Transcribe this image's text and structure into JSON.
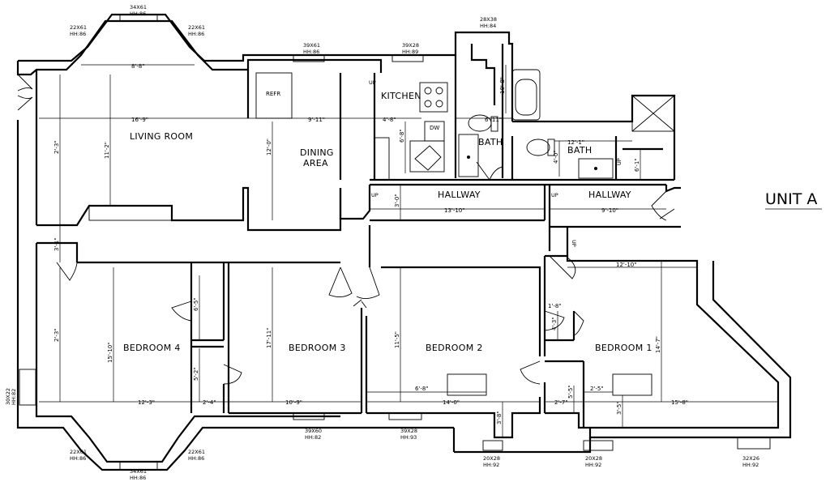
{
  "unit_label": "UNIT A",
  "rooms": {
    "living_room": "LIVING ROOM",
    "dining_area_line1": "DINING",
    "dining_area_line2": "AREA",
    "kitchen": "KITCHEN",
    "bath_1": "BATH",
    "bath_2": "BATH",
    "hallway_1": "HALLWAY",
    "hallway_2": "HALLWAY",
    "bedroom_4": "BEDROOM 4",
    "bedroom_3": "BEDROOM 3",
    "bedroom_2": "BEDROOM 2",
    "bedroom_1": "BEDROOM 1"
  },
  "fixtures": {
    "refrigerator": "REFR",
    "dishwasher": "DW",
    "up_kitchen": "UP",
    "up_hall_1": "UP",
    "up_hall_2": "UP",
    "up_bath": "UP",
    "up_lower": "UP"
  },
  "windows": {
    "bay_top_center": [
      "34X61",
      "HH:86"
    ],
    "bay_top_left": [
      "22X61",
      "HH:86"
    ],
    "bay_top_right": [
      "22X61",
      "HH:86"
    ],
    "dining": [
      "39X61",
      "HH:86"
    ],
    "kitchen": [
      "39X28",
      "HH:89"
    ],
    "bath": [
      "28X38",
      "HH:84"
    ],
    "west_side": [
      "30X22",
      "HH:82"
    ],
    "bay_bottom_left": [
      "22X61",
      "HH:86"
    ],
    "bay_bottom_right": [
      "22X61",
      "HH:86"
    ],
    "bay_bottom_center": [
      "34X61",
      "HH:86"
    ],
    "bedroom_3": [
      "39X60",
      "HH:82"
    ],
    "bedroom_2": [
      "39X28",
      "HH:93"
    ],
    "bedroom_2_south": [
      "20X28",
      "HH:92"
    ],
    "bedroom_1_left": [
      "20X28",
      "HH:92"
    ],
    "bedroom_1_right": [
      "32X26",
      "HH:92"
    ]
  },
  "dimensions": {
    "living_bay_width": "8'-8\"",
    "living_width": "16'-9\"",
    "dining_width": "9'-11\"",
    "living_bay_depth": "2'-3\"",
    "living_depth": "11'-2\"",
    "dining_depth": "12'-0\"",
    "kitchen_width": "4'-8\"",
    "kitchen_depth": "6'-8\"",
    "bath1_width": "6'-11\"",
    "bath1_depth": "10'-8\"",
    "bath2_width": "12'-1\"",
    "bath2_depth": "4'-0\"",
    "bath2_closet": "6'-1\"",
    "hall_depth": "3'-0\"",
    "hall1_length": "13'-10\"",
    "hall2_length": "9'-10\"",
    "west_hall": "3'-1\"",
    "bed4_bay_depth": "2'-3\"",
    "bed4_depth": "15'-10\"",
    "bed4_width": "12'-3\"",
    "closet_a_depth": "6'-5\"",
    "closet_b_depth": "5'-2\"",
    "closet_b_width": "2'-4\"",
    "bed3_depth": "17'-11\"",
    "bed3_width": "10'-9\"",
    "bed2_depth": "11'-5\"",
    "bed2_closet": "6'-8\"",
    "bed2_width": "14'-0\"",
    "bed2_alcove": "3'-8\"",
    "bed1_width_top": "12'-10\"",
    "bed1_closet_a": "1'-8\"",
    "bed1_closet_b": "4'-3\"",
    "bed1_closet_c": "5'-5\"",
    "bed1_closet_d": "2'-7\"",
    "bed1_closet_e": "2'-5\"",
    "bed1_alcove": "3'-5\"",
    "bed1_width": "15'-8\"",
    "bed1_depth": "14'-7\""
  }
}
